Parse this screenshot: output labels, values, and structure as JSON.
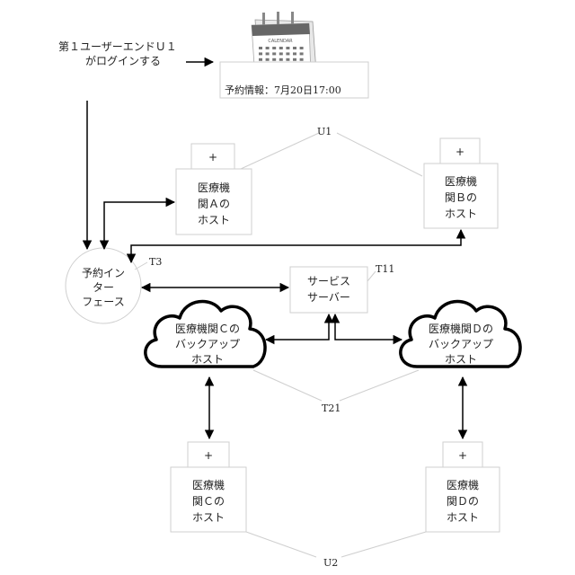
{
  "user_login": {
    "line1": "第１ユーザーエンドＵ１",
    "line2": "がログインする"
  },
  "calendar": {
    "icon": "calendar-icon",
    "header_text": "CALENDAR"
  },
  "reservation_info": "予約情報：7月20日17:00",
  "labels": {
    "u1": "U1",
    "u2": "U2",
    "t3": "T3",
    "t11": "T11",
    "t21": "T21"
  },
  "plus": "+",
  "host_a": [
    "医療機",
    "関Ａの",
    "ホスト"
  ],
  "host_b": [
    "医療機",
    "関Ｂの",
    "ホスト"
  ],
  "host_c": [
    "医療機",
    "関Ｃの",
    "ホスト"
  ],
  "host_d": [
    "医療機",
    "関Ｄの",
    "ホスト"
  ],
  "interface": [
    "予約イン",
    "ター",
    "フェース"
  ],
  "service_server": [
    "サービス",
    "サーバー"
  ],
  "backup_c": [
    "医療機関Ｃの",
    "バックアップ",
    "ホスト"
  ],
  "backup_d": [
    "医療機関Ｄの",
    "バックアップ",
    "ホスト"
  ]
}
